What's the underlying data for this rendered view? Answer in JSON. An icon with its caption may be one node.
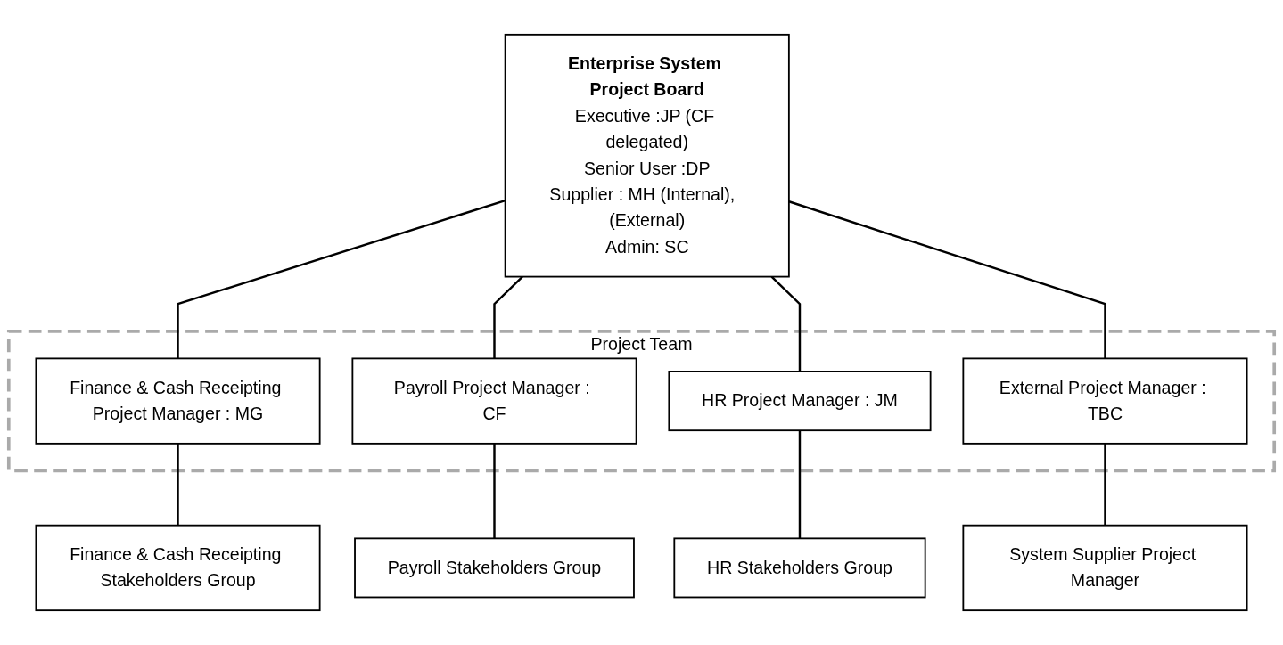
{
  "diagram": {
    "nodes": [
      {
        "text": [
          "Enterprise System Project Board",
          "Executive :JP (CF delegated)",
          "Senior User :DP",
          "Supplier : MH (Internal),  (External)",
          "Admin: SC"
        ]
      },
      {
        "text": [
          "Project Team"
        ]
      },
      {
        "text": [
          "Finance & Cash Receipting Project Manager : MG"
        ],
        "in": 1
      },
      {
        "text": [
          "Payroll Project Manager : CF"
        ],
        "in": 1
      },
      {
        "text": [
          "HR Project Manager : JM"
        ],
        "in": 1
      },
      {
        "text": [
          "External Project Manager : TBC"
        ],
        "in": 1
      },
      {
        "text": [
          "Finance & Cash Receipting Stakeholders Group"
        ]
      },
      {
        "text": [
          "Payroll Stakeholders Group"
        ]
      },
      {
        "text": [
          "HR Stakeholders Group"
        ]
      },
      {
        "text": [
          "System Supplier Project Manager"
        ]
      }
    ],
    "edges": [
      {
        "from": 0,
        "to": 2,
        "arrow": "none"
      },
      {
        "from": 0,
        "to": 3,
        "arrow": "none"
      },
      {
        "from": 0,
        "to": 4,
        "arrow": "none"
      },
      {
        "from": 0,
        "to": 5,
        "arrow": "none"
      },
      {
        "from": 2,
        "to": 6,
        "arrow": "none"
      },
      {
        "from": 3,
        "to": 7,
        "arrow": "none"
      },
      {
        "from": 4,
        "to": 8,
        "arrow": "none"
      },
      {
        "from": 5,
        "to": 9,
        "arrow": "none"
      }
    ]
  }
}
